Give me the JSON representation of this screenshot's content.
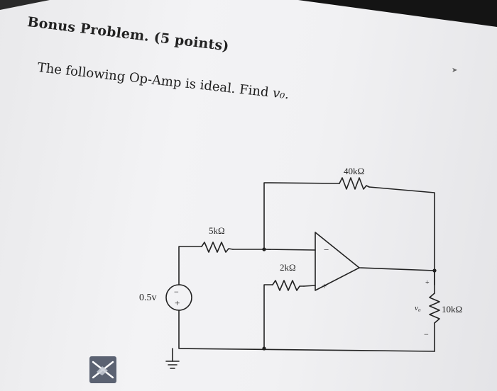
{
  "document": {
    "heading": "Bonus Problem. (5 points)",
    "problem_text": "The following Op-Amp is ideal. Find",
    "problem_variable": "v₀."
  },
  "circuit": {
    "r_feedback_label": "40kΩ",
    "r_input_label": "5kΩ",
    "r_noninv_label": "2kΩ",
    "r_load_label": "10kΩ",
    "source_label": "0.5v",
    "opamp_minus": "−",
    "opamp_plus": "+",
    "vo_label": "v₀",
    "vo_plus": "+",
    "vo_minus": "−",
    "source_plus": "+",
    "source_minus": "−"
  },
  "colors": {
    "ink": "#222222",
    "paper": "#f1f1f3",
    "bezel": "#111111"
  },
  "icons": {
    "cursor": "cursor-arrow-icon",
    "badge": "tool-badge-icon",
    "ground": "ground-symbol-icon"
  }
}
